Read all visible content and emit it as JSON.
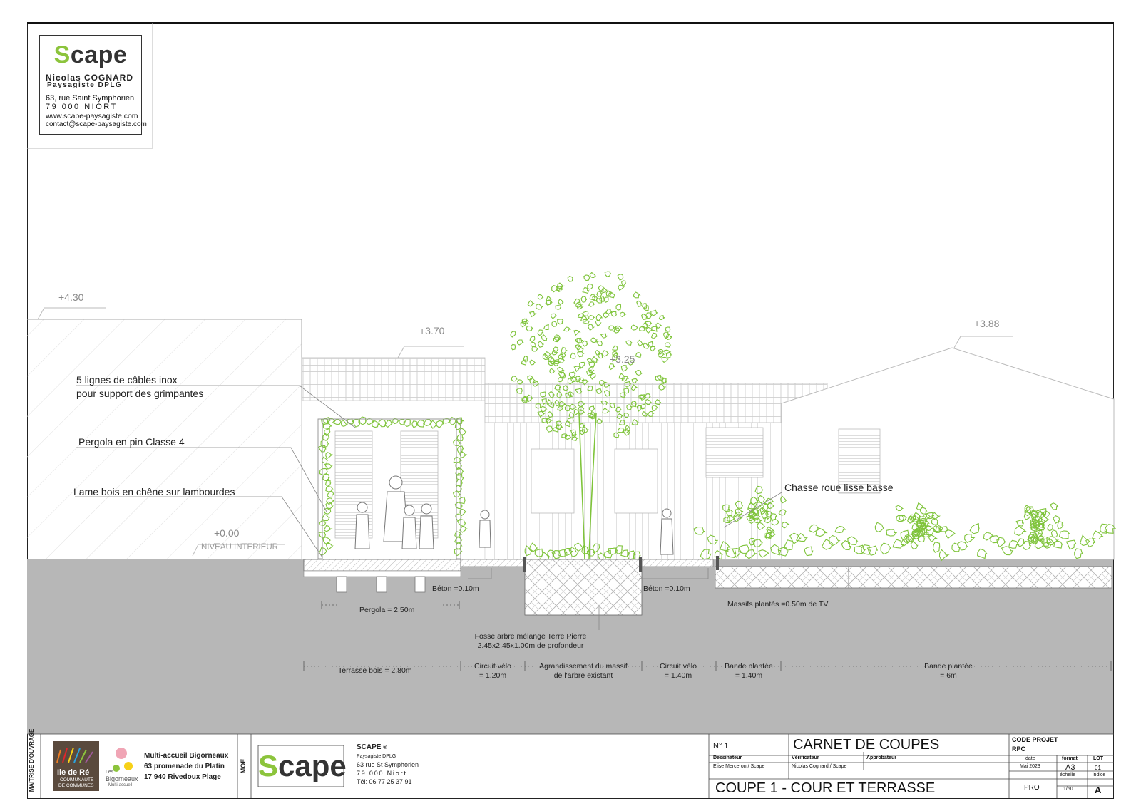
{
  "header_logo": {
    "brand_S": "S",
    "brand_rest": "cape",
    "name": "Nicolas COGNARD",
    "title": "Paysagiste DPLG",
    "address_line1": "63, rue Saint Symphorien",
    "address_line2": "79 000 NIORT",
    "website": "www.scape-paysagiste.com",
    "email": "contact@scape-paysagiste.com"
  },
  "levels": {
    "left_roof": "+4.30",
    "pergola_roof": "+3.70",
    "middle_roof": "+3.25",
    "right_roof": "+3.88",
    "interior": "+0.00",
    "interior_label": "NIVEAU INTERIEUR"
  },
  "annotations": {
    "cables_line1": "5 lignes de câbles inox",
    "cables_line2": "pour support des grimpantes",
    "pergola": "Pergola en pin Classe 4",
    "lame": "Lame bois en chêne sur lambourdes",
    "chasse_roue": "Chasse roue lisse basse"
  },
  "dimensions": {
    "beton_left": "Béton =0.10m",
    "beton_right": "Béton =0.10m",
    "pergola": "Pergola = 2.50m",
    "massifs": "Massifs plantés =0.50m de TV",
    "fosse_line1": "Fosse arbre mélange Terre Pierre",
    "fosse_line2": "2.45x2.45x1.00m de profondeur",
    "terrasse": "Terrasse bois = 2.80m",
    "circuit1_line1": "Circuit vélo",
    "circuit1_line2": "= 1.20m",
    "agrand_line1": "Agrandissement du massif",
    "agrand_line2": "de l'arbre existant",
    "circuit2_line1": "Circuit vélo",
    "circuit2_line2": "= 1.40m",
    "bande1_line1": "Bande plantée",
    "bande1_line2": "= 1.40m",
    "bande2_line1": "Bande plantée",
    "bande2_line2": "= 6m"
  },
  "cartouche": {
    "maitrise_label": "MAITRISE D'OUVRAGE",
    "client_logo_line1": "Ile de Ré",
    "client_logo_line2": "COMMUNAUTÉ",
    "client_logo_line3": "DE COMMUNES",
    "client_logo2_line1": "Les",
    "client_logo2_line2": "Bigorneaux",
    "client_logo2_line3": "Multi-accueil",
    "client_line1": "Multi-accueil Bigorneaux",
    "client_line2": "63 promenade du Platin",
    "client_line3": "17 940 Rivedoux Plage",
    "moe_label": "MOE",
    "moe_brand_S": "S",
    "moe_brand_rest": "cape",
    "moe_name": "SCAPE",
    "moe_mark": "®",
    "moe_title": "Paysagiste DPLG",
    "moe_address1": "63 rue St Symphorien",
    "moe_address2": "79 000 Niort",
    "moe_tel": "Tél: 06 77 25 37 91",
    "number": "N° 1",
    "carnet": "CARNET DE COUPES",
    "code_projet_label": "CODE PROJET",
    "code_projet_value": "RPC",
    "dessinateur_label": "Dessinateur",
    "dessinateur_value": "Elise Merceron / Scape",
    "verificateur_label": "Vérificateur",
    "verificateur_value": "Nicolas Cognard / Scape",
    "approbateur_label": "Approbateur",
    "date_label": "date",
    "date_value": "Mai 2023",
    "format_label": "format",
    "format_value": "A3",
    "lot_label": "LOT",
    "lot_value": "01",
    "echelle_label": "échelle",
    "echelle_value": "1/50",
    "indice_label": "indice",
    "indice_value": "A",
    "coupe_title": "COUPE 1 - COUR ET TERRASSE",
    "phase": "PRO"
  },
  "colors": {
    "ground": "#b7b7b7",
    "vegetation": "#7fc43b",
    "brand_green": "#8cc43c",
    "line": "#9a9a9a"
  }
}
